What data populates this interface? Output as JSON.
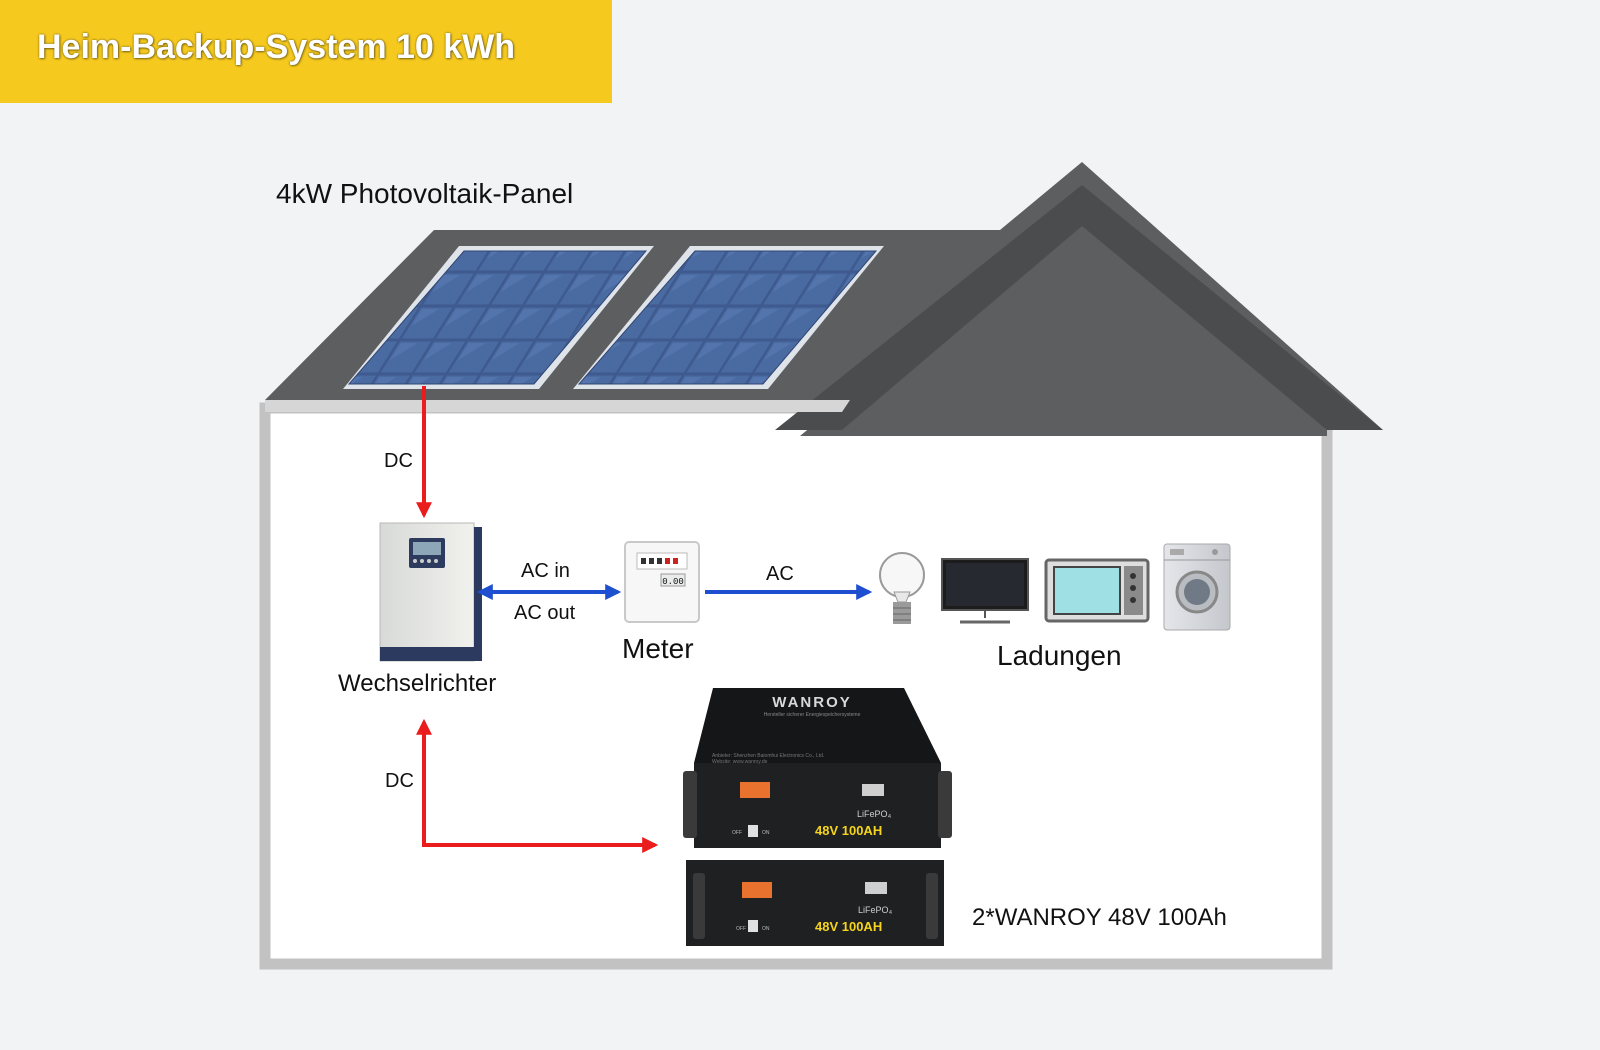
{
  "title": "Heim-Backup-System 10 kWh",
  "labels": {
    "pv_panel": "4kW Photovoltaik-Panel",
    "dc_top": "DC",
    "dc_bottom": "DC",
    "ac_in": "AC in",
    "ac_out": "AC out",
    "ac": "AC",
    "meter": "Meter",
    "loads": "Ladungen",
    "inverter": "Wechselrichter",
    "battery_caption": "2*WANROY 48V 100Ah"
  },
  "meter_display": "0.00",
  "battery": {
    "brand": "WANROY",
    "tagline": "Hersteller sicherer Energiespeichersysteme",
    "manufacturer": "Anbieter: Shenzhen Baiomhui Electronics Co., Ltd.",
    "website": "Website: www.wanroy.de",
    "chemistry": "LiFePO₄",
    "rating": "48V 100AH",
    "switch_off": "OFF",
    "switch_on": "ON"
  },
  "colors": {
    "banner": "#f5c91e",
    "roof": "#5d5e60",
    "dc_arrow": "#ea1c1c",
    "ac_arrow": "#1e4fd0"
  }
}
